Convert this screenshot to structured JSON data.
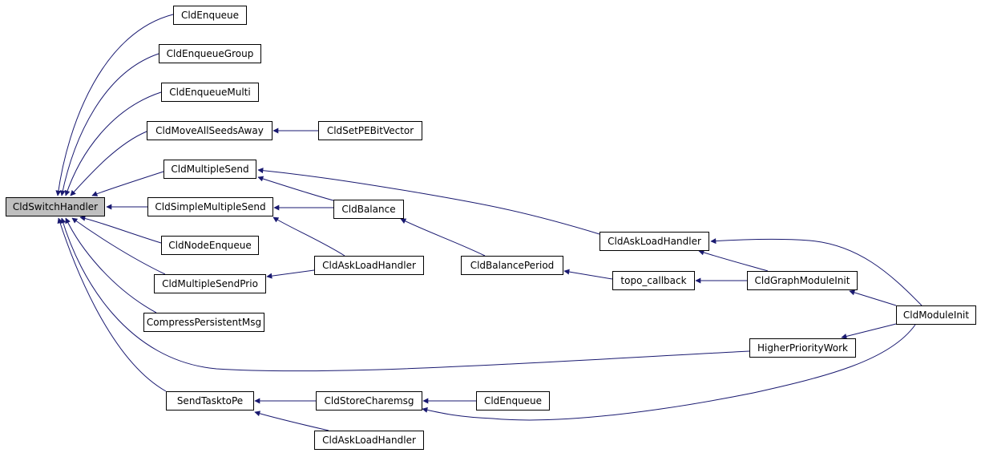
{
  "colors": {
    "edge": "#191970",
    "node_border": "#000000",
    "node_fill": "#ffffff",
    "root_fill": "#bfbfbf"
  },
  "nodes": {
    "root": "CldSwitchHandler",
    "enqueue": "CldEnqueue",
    "enqueue_group": "CldEnqueueGroup",
    "enqueue_multi": "CldEnqueueMulti",
    "move_all_seeds_away": "CldMoveAllSeedsAway",
    "set_pe_bit_vector": "CldSetPEBitVector",
    "multiple_send": "CldMultipleSend",
    "simple_multiple_send": "CldSimpleMultipleSend",
    "node_enqueue": "CldNodeEnqueue",
    "multiple_send_prio": "CldMultipleSendPrio",
    "compress_persistent_msg": "CompressPersistentMsg",
    "send_task_to_pe": "SendTasktoPe",
    "balance": "CldBalance",
    "ask_load_handler_mid": "CldAskLoadHandler",
    "balance_period": "CldBalancePeriod",
    "topo_callback": "topo_callback",
    "ask_load_handler_top": "CldAskLoadHandler",
    "graph_module_init": "CldGraphModuleInit",
    "module_init": "CldModuleInit",
    "higher_priority_work": "HigherPriorityWork",
    "store_charemsg": "CldStoreCharemsg",
    "enqueue_bottom": "CldEnqueue",
    "ask_load_handler_bottom": "CldAskLoadHandler"
  },
  "edges": [
    {
      "from": "enqueue",
      "to": "root"
    },
    {
      "from": "enqueue_group",
      "to": "root"
    },
    {
      "from": "enqueue_multi",
      "to": "root"
    },
    {
      "from": "move_all_seeds_away",
      "to": "root"
    },
    {
      "from": "multiple_send",
      "to": "root"
    },
    {
      "from": "simple_multiple_send",
      "to": "root"
    },
    {
      "from": "node_enqueue",
      "to": "root"
    },
    {
      "from": "multiple_send_prio",
      "to": "root"
    },
    {
      "from": "compress_persistent_msg",
      "to": "root"
    },
    {
      "from": "higher_priority_work",
      "to": "root"
    },
    {
      "from": "send_task_to_pe",
      "to": "root"
    },
    {
      "from": "set_pe_bit_vector",
      "to": "move_all_seeds_away"
    },
    {
      "from": "balance",
      "to": "multiple_send"
    },
    {
      "from": "ask_load_handler_top",
      "to": "multiple_send"
    },
    {
      "from": "balance",
      "to": "simple_multiple_send"
    },
    {
      "from": "ask_load_handler_mid",
      "to": "simple_multiple_send"
    },
    {
      "from": "ask_load_handler_mid",
      "to": "multiple_send_prio"
    },
    {
      "from": "balance_period",
      "to": "balance"
    },
    {
      "from": "topo_callback",
      "to": "balance_period"
    },
    {
      "from": "graph_module_init",
      "to": "topo_callback"
    },
    {
      "from": "graph_module_init",
      "to": "ask_load_handler_top"
    },
    {
      "from": "module_init",
      "to": "ask_load_handler_top"
    },
    {
      "from": "module_init",
      "to": "graph_module_init"
    },
    {
      "from": "module_init",
      "to": "higher_priority_work"
    },
    {
      "from": "module_init",
      "to": "store_charemsg"
    },
    {
      "from": "store_charemsg",
      "to": "send_task_to_pe"
    },
    {
      "from": "enqueue_bottom",
      "to": "store_charemsg"
    },
    {
      "from": "ask_load_handler_bottom",
      "to": "send_task_to_pe"
    }
  ]
}
